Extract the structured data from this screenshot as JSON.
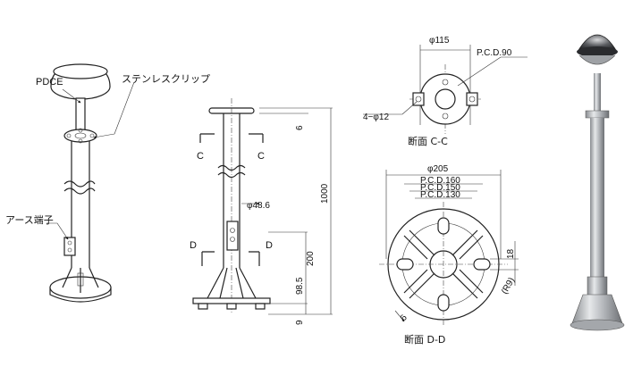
{
  "labels": {
    "pdce": "PDCE",
    "clip": "ステンレスクリップ",
    "earth": "アース端子",
    "c_left": "C",
    "c_right": "C",
    "d_left": "D",
    "d_right": "D",
    "dim_6_top": "6",
    "dim_1000": "1000",
    "dim_200": "200",
    "dim_985": "98.5",
    "dim_9": "9",
    "phi486": "φ48.6",
    "phi115": "φ115",
    "pcd90": "P.C.D.90",
    "hole": "4−φ12",
    "section_cc": "断面 C-C",
    "phi205": "φ205",
    "pcd160": "P.C.D.160",
    "pcd150": "P.C.D.150",
    "pcd130": "P.C.D.130",
    "dim_18": "18",
    "r9": "(R9)",
    "dim_6_bot": "6",
    "section_dd": "断面 D-D"
  }
}
